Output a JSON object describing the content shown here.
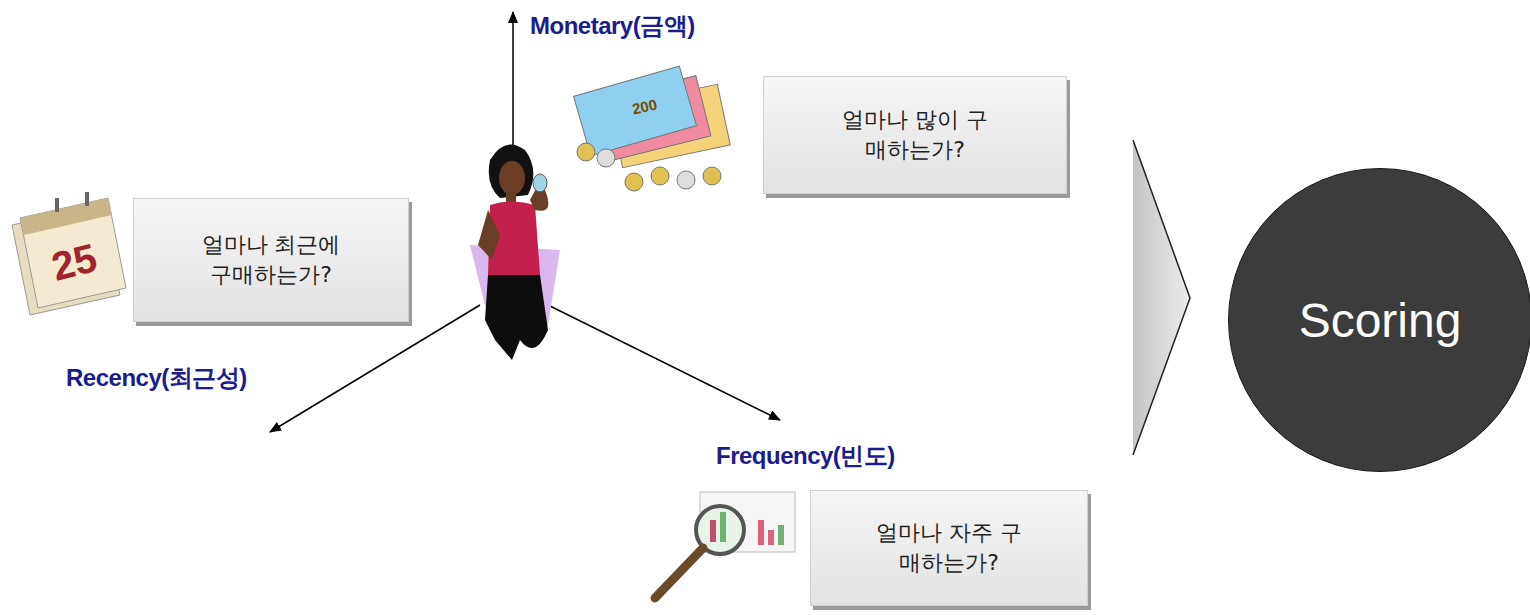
{
  "diagram": {
    "nodes": [
      {
        "text": [
          "얼마나 많이 구매하는가?"
        ]
      },
      {
        "text": [
          "얼마나 최근에 구매하는가?"
        ]
      },
      {
        "text": [
          "얼마나 자주 구매하는가?"
        ]
      },
      {
        "text": [
          "Scoring"
        ]
      }
    ],
    "labels": [
      "Monetary(금액)",
      "200",
      "25",
      "Recency(최근성)",
      "Frequency(빈도)"
    ]
  }
}
